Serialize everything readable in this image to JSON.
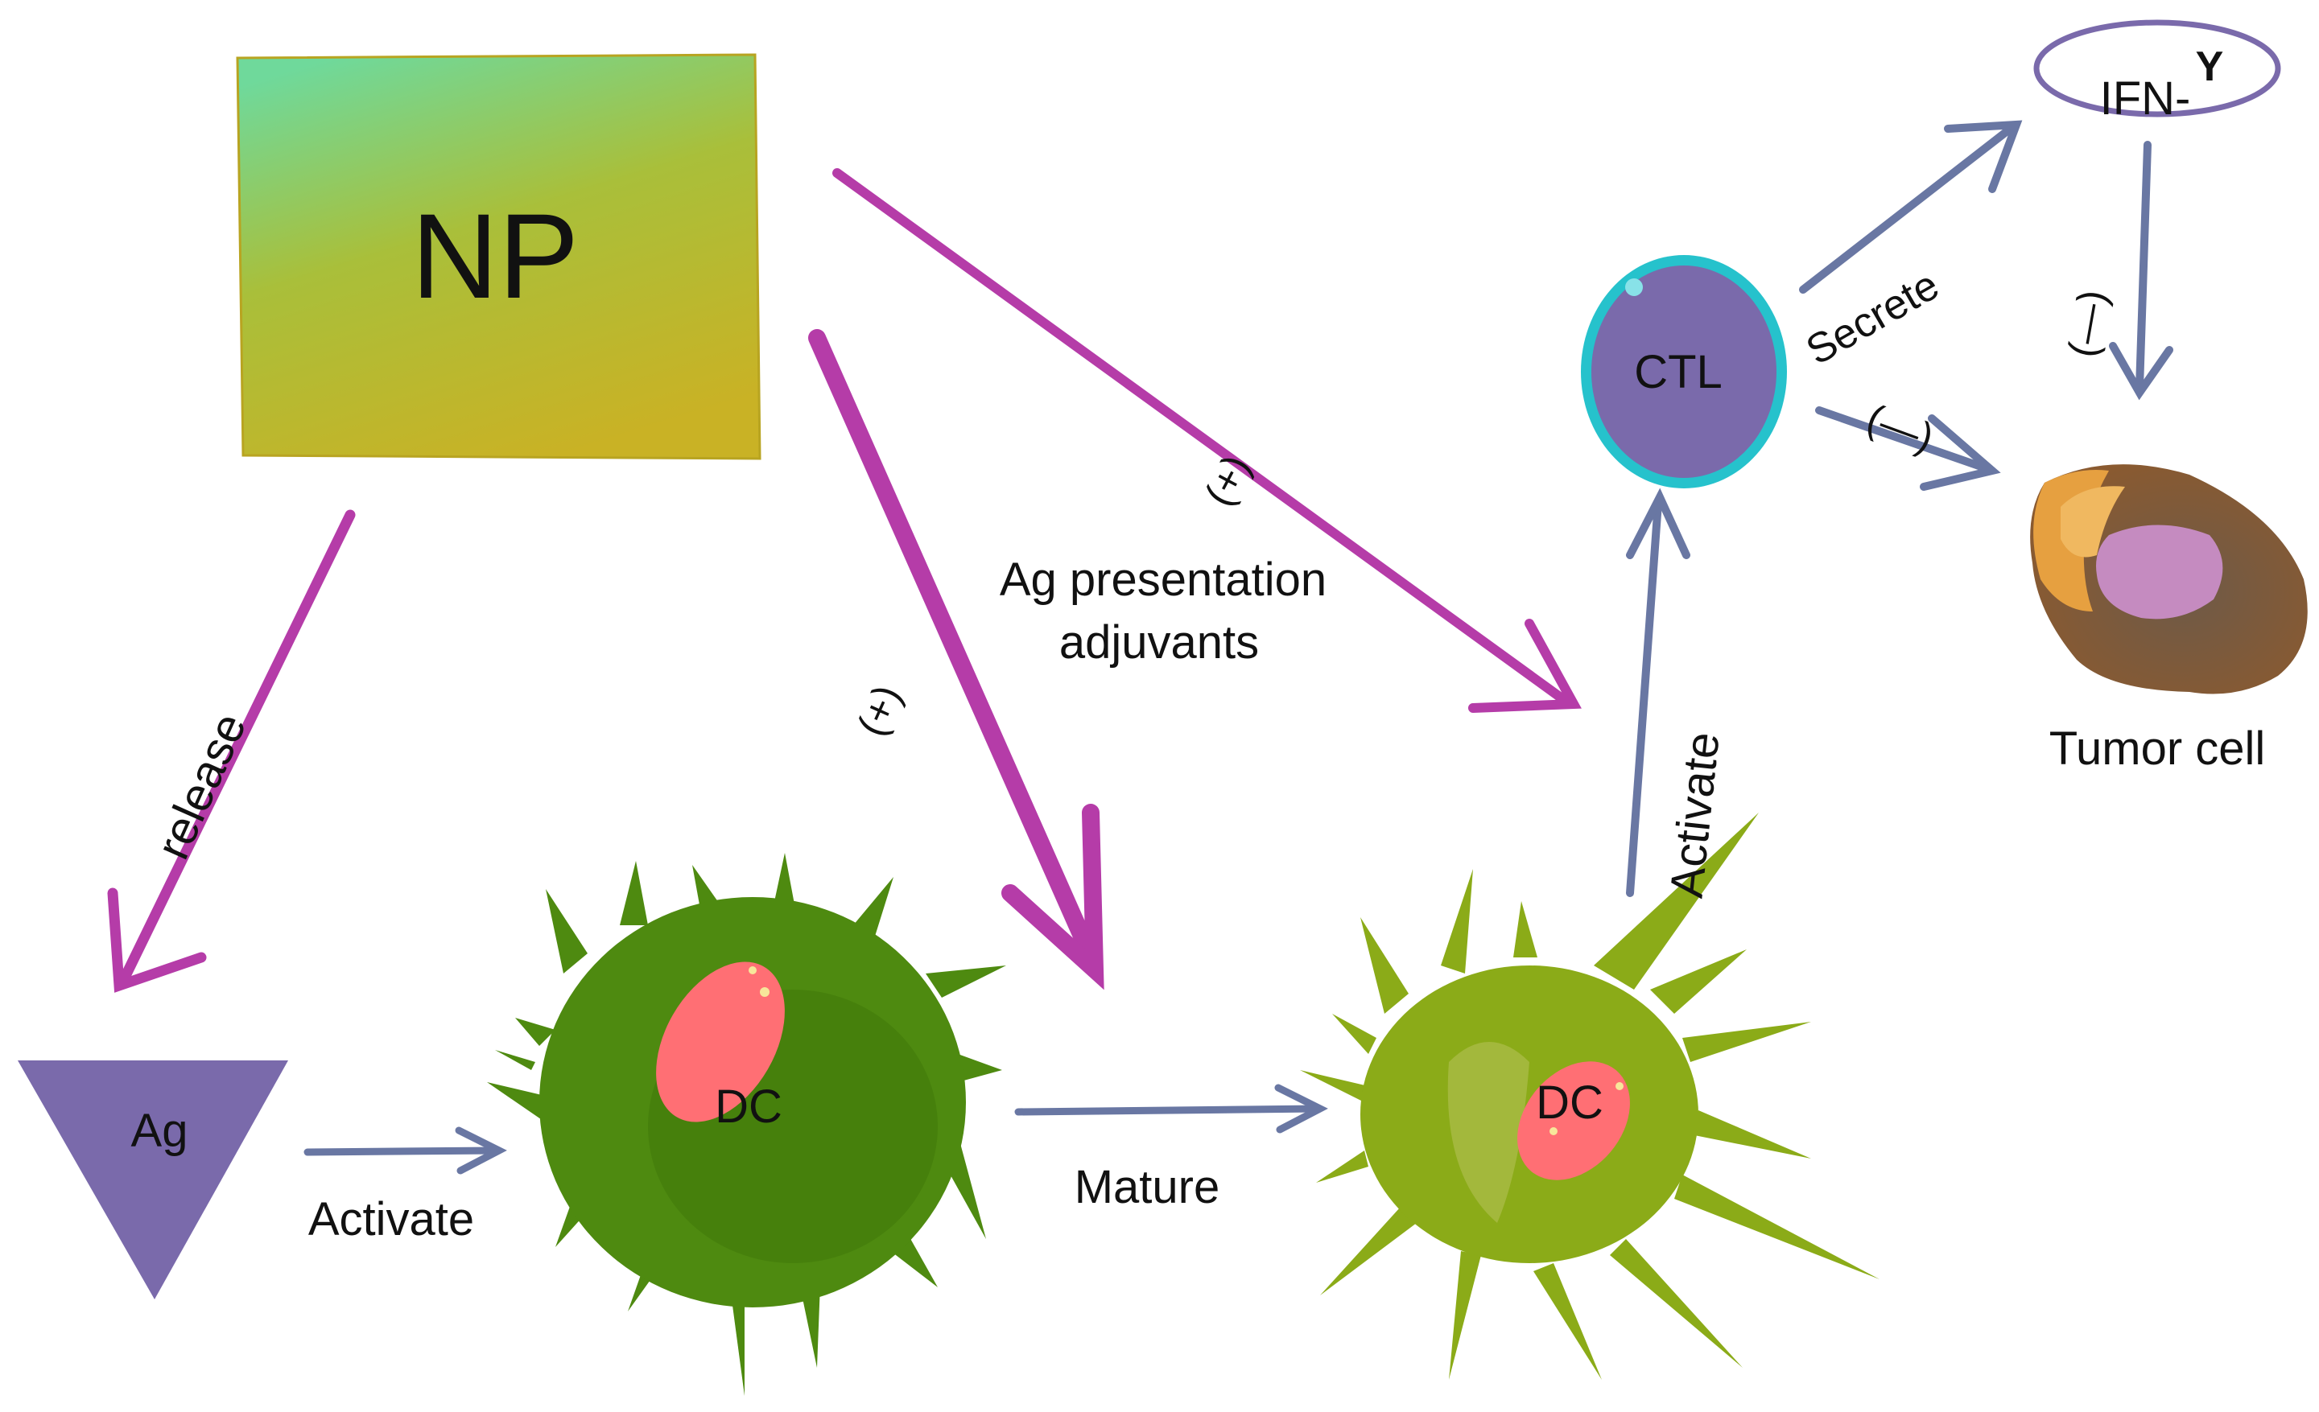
{
  "nodes": {
    "np": "NP",
    "ag": "Ag",
    "dc_immature": "DC",
    "dc_mature": "DC",
    "ctl": "CTL",
    "ifn_base": "IFN-",
    "ifn_sup": "Y",
    "tumor": "Tumor cell"
  },
  "edges": {
    "release": "release",
    "activate_ag_dc": "Activate",
    "mature": "Mature",
    "activate_dc_ctl": "Activate",
    "secrete": "Secrete",
    "ag_presentation_line1": "Ag presentation",
    "ag_presentation_line2": "adjuvants",
    "plus_1": "(+)",
    "plus_2": "(+)",
    "minus_ctl_tumor": "(—)",
    "minus_ifn_tumor": "(—)"
  },
  "colors": {
    "magenta_arrow": "#b53ca8",
    "blue_arrow": "#6977a3",
    "np_fill_top": "#6fd99b",
    "np_fill_bottom": "#c9b225",
    "purple_fill": "#7a6aab",
    "ctl_ring": "#26c2cc",
    "dc_green": "#4e8a10",
    "dc_mature_green": "#8bab18",
    "nucleus": "#ff6f74",
    "tumor_brown": "#7a5a3e",
    "tumor_orange": "#e6a040",
    "tumor_pink": "#c58bc0"
  }
}
